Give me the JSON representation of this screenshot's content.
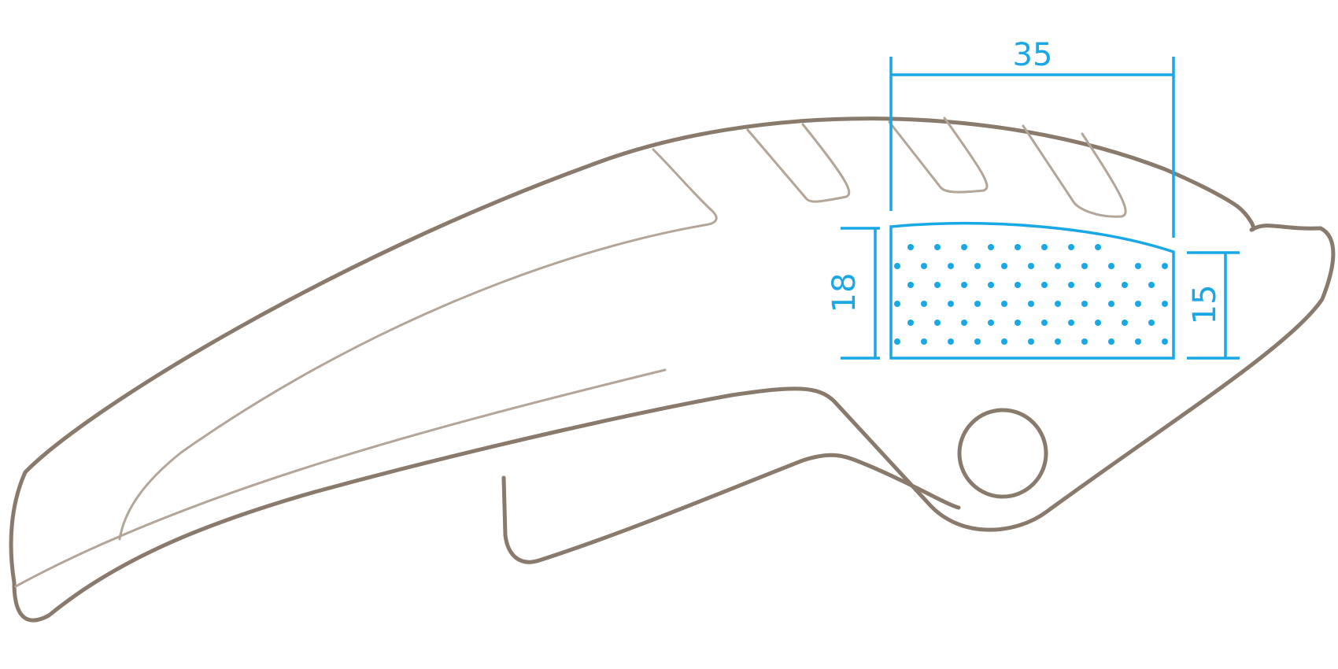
{
  "dimensions": {
    "width_label": "35",
    "left_height_label": "18",
    "right_height_label": "15"
  },
  "colors": {
    "outline": "#8a7a6c",
    "inner_line": "#b3a698",
    "dimension": "#1aa7e6"
  }
}
